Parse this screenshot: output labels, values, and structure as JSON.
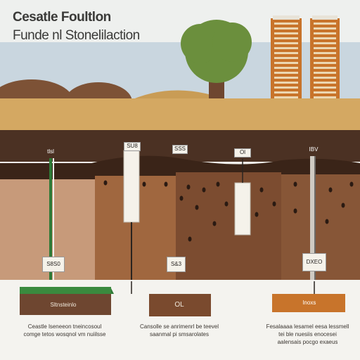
{
  "title_line1": "Cesatle Foultlon",
  "title_line2": "Funde nl Stonelilaction",
  "piles": [
    {
      "top_tag": "tlsl",
      "mid_tag": "S8S0",
      "footing_label": "Sltnsteinlo"
    },
    {
      "top_tag": "SU8",
      "mid_tag": "S&3",
      "footing_label": "OL"
    },
    {
      "top_tag": "Ol",
      "mid_tag": "",
      "footing_label": ""
    },
    {
      "top_tag": "IBV",
      "mid_tag": "DXEO",
      "footing_label": "lnoxs"
    }
  ],
  "extra_tag": "SSS",
  "captions": [
    {
      "line1": "Ceastle lseneeon tneincosoul",
      "line2": "comge tetos wosqnol vm nuiilsse"
    },
    {
      "line1": "Cansolle se anrimenrl be teevel",
      "line2": "saanmal pi smsarolates"
    },
    {
      "line1": "Fesalaaaa lesamel eesa lessmell",
      "line2": "tei ble nuesiis enocesei",
      "line3": "aalensais pocgo exaeus"
    }
  ],
  "colors": {
    "sky": "#c9d6df",
    "topsoil": "#d4a862",
    "dark_soil": "#4b3123",
    "mid_soil": "#8a5a3a",
    "tree": "#6b8f3d",
    "building": "#c8742b"
  }
}
